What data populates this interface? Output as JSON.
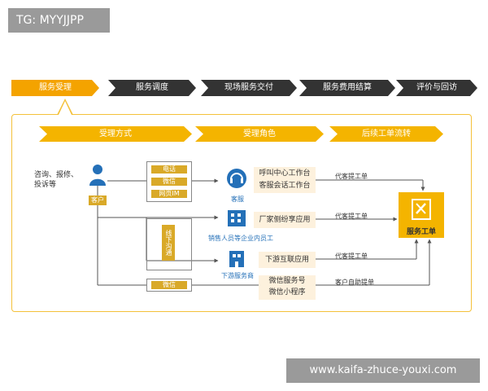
{
  "badge": "TG: MYYJJPP",
  "watermark": "www.kaifa-zhuce-youxi.com",
  "steps": [
    "服务受理",
    "服务调度",
    "现场服务交付",
    "服务费用结算",
    "评价与回访"
  ],
  "headers": [
    "受理方式",
    "受理角色",
    "后续工单流转"
  ],
  "requester": {
    "text": "咨询、报修、\n投诉等",
    "label": "客户"
  },
  "channels": {
    "group1": [
      "电话",
      "微信",
      "网页IM"
    ],
    "offline": "线下沟通",
    "wechat": "微信"
  },
  "roles": {
    "service": {
      "lines": [
        "呼叫中心工作台",
        "客服会话工作台"
      ],
      "caption": "客服"
    },
    "sales": {
      "lines": [
        "厂家侧纷享应用"
      ],
      "caption": "销售人员等企业内员工"
    },
    "downstream": {
      "lines": [
        "下游互联应用"
      ],
      "caption": "下游服务商"
    },
    "self": {
      "lines": [
        "微信服务号",
        "微信小程序"
      ]
    }
  },
  "flows": [
    "代客提工单",
    "代客提工单",
    "代客提工单",
    "客户自助提单"
  ],
  "workorder": "服务工单",
  "colors": {
    "accent": "#f4a300",
    "dark": "#333333",
    "blue": "#2470b8",
    "pale": "#fdf1dd"
  }
}
